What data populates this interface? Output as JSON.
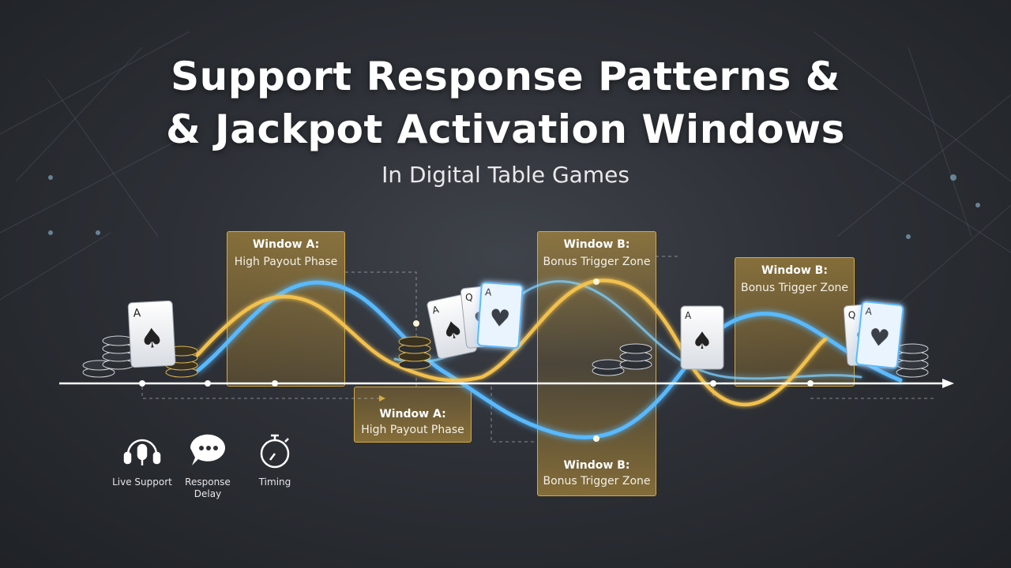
{
  "title": {
    "line1": "Support Response Patterns &",
    "line2": "& Jackpot Activation Windows"
  },
  "subtitle": "In Digital Table Games",
  "windows": [
    {
      "title": "Window A:",
      "subtitle": "High Payout Phase"
    },
    {
      "title": "Window A:",
      "subtitle": "High Payout Phase"
    },
    {
      "title": "Window B:",
      "subtitle": "Bonus Trigger Zone"
    },
    {
      "title": "Window B:",
      "subtitle": "Bonus Trigger Zone"
    },
    {
      "title": "Window B:",
      "subtitle": "Bonus Trigger Zone"
    }
  ],
  "legend": {
    "live_support": "Live Support",
    "response_delay": "Response Delay",
    "timing": "Timing"
  },
  "cards": [
    "A",
    "A",
    "Q",
    "A",
    "A",
    "Q",
    "A"
  ],
  "colors": {
    "background": "#2d3036",
    "gold_wave": "#f2c14e",
    "blue_wave": "#58b9ff",
    "window_border": "#d7a93f",
    "axis": "#ffffff"
  }
}
